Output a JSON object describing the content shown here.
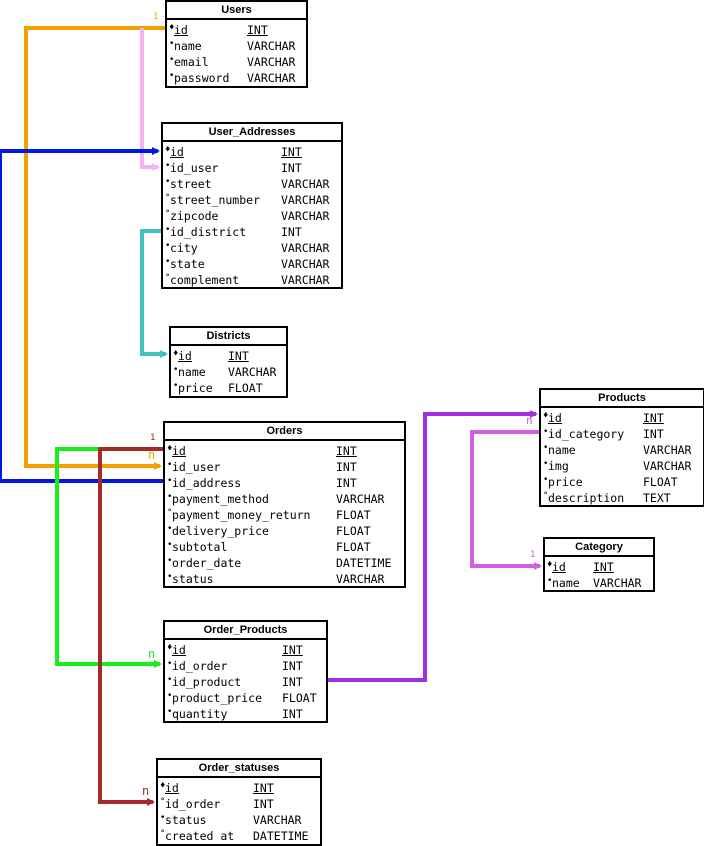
{
  "colors": {
    "orange": "#f5a000",
    "pink": "#f5b3f5",
    "blue": "#0018e0",
    "teal": "#3ec1c1",
    "green": "#18f018",
    "maroon": "#a52a2a",
    "purple": "#a030e0",
    "violet": "#d060e0"
  },
  "markers": {
    "required": "♦",
    "filled": "•",
    "optional": "°"
  },
  "tables": {
    "users": {
      "title": "Users",
      "fields": [
        {
          "marker": "♦",
          "name": "id",
          "type": "INT"
        },
        {
          "marker": "•",
          "name": "name",
          "type": "VARCHAR"
        },
        {
          "marker": "•",
          "name": "email",
          "type": "VARCHAR"
        },
        {
          "marker": "•",
          "name": "password",
          "type": "VARCHAR"
        }
      ]
    },
    "user_addresses": {
      "title": "User_Addresses",
      "fields": [
        {
          "marker": "♦",
          "name": "id",
          "type": "INT"
        },
        {
          "marker": "•",
          "name": "id_user",
          "type": "INT"
        },
        {
          "marker": "•",
          "name": "street",
          "type": "VARCHAR"
        },
        {
          "marker": "°",
          "name": "street_number",
          "type": "VARCHAR"
        },
        {
          "marker": "°",
          "name": "zipcode",
          "type": "VARCHAR"
        },
        {
          "marker": "•",
          "name": "id_district",
          "type": "INT"
        },
        {
          "marker": "•",
          "name": "city",
          "type": "VARCHAR"
        },
        {
          "marker": "•",
          "name": "state",
          "type": "VARCHAR"
        },
        {
          "marker": "°",
          "name": "complement",
          "type": "VARCHAR"
        }
      ]
    },
    "districts": {
      "title": "Districts",
      "fields": [
        {
          "marker": "♦",
          "name": "id",
          "type": "INT"
        },
        {
          "marker": "•",
          "name": "name",
          "type": "VARCHAR"
        },
        {
          "marker": "•",
          "name": "price",
          "type": "FLOAT"
        }
      ]
    },
    "orders": {
      "title": "Orders",
      "fields": [
        {
          "marker": "♦",
          "name": "id",
          "type": "INT"
        },
        {
          "marker": "•",
          "name": "id_user",
          "type": "INT"
        },
        {
          "marker": "•",
          "name": "id_address",
          "type": "INT"
        },
        {
          "marker": "•",
          "name": "payment_method",
          "type": "VARCHAR"
        },
        {
          "marker": "°",
          "name": "payment_money_return",
          "type": "FLOAT"
        },
        {
          "marker": "•",
          "name": "delivery_price",
          "type": "FLOAT"
        },
        {
          "marker": "•",
          "name": "subtotal",
          "type": "FLOAT"
        },
        {
          "marker": "•",
          "name": "order_date",
          "type": "DATETIME"
        },
        {
          "marker": "•",
          "name": "status",
          "type": "VARCHAR"
        }
      ]
    },
    "products": {
      "title": "Products",
      "fields": [
        {
          "marker": "♦",
          "name": "id",
          "type": "INT"
        },
        {
          "marker": "•",
          "name": "id_category",
          "type": "INT"
        },
        {
          "marker": "•",
          "name": "name",
          "type": "VARCHAR"
        },
        {
          "marker": "•",
          "name": "img",
          "type": "VARCHAR"
        },
        {
          "marker": "•",
          "name": "price",
          "type": "FLOAT"
        },
        {
          "marker": "°",
          "name": "description",
          "type": "TEXT"
        }
      ]
    },
    "category": {
      "title": "Category",
      "fields": [
        {
          "marker": "♦",
          "name": "id",
          "type": "INT"
        },
        {
          "marker": "•",
          "name": "name",
          "type": "VARCHAR"
        }
      ]
    },
    "order_products": {
      "title": "Order_Products",
      "fields": [
        {
          "marker": "♦",
          "name": "id",
          "type": "INT"
        },
        {
          "marker": "•",
          "name": "id_order",
          "type": "INT"
        },
        {
          "marker": "•",
          "name": "id_product",
          "type": "INT"
        },
        {
          "marker": "•",
          "name": "product_price",
          "type": "FLOAT"
        },
        {
          "marker": "•",
          "name": "quantity",
          "type": "INT"
        }
      ]
    },
    "order_statuses": {
      "title": "Order_statuses",
      "fields": [
        {
          "marker": "♦",
          "name": "id",
          "type": "INT"
        },
        {
          "marker": "°",
          "name": "id_order",
          "type": "INT"
        },
        {
          "marker": "•",
          "name": "status",
          "type": "VARCHAR"
        },
        {
          "marker": "°",
          "name": "created at",
          "type": "DATETIME"
        }
      ]
    }
  },
  "cardinalities": {
    "users_one": "1",
    "orders_user_many": "n",
    "orders_one": "1",
    "order_products_many": "n",
    "order_statuses_many": "n",
    "products_category_many": "n",
    "category_one": "1"
  }
}
